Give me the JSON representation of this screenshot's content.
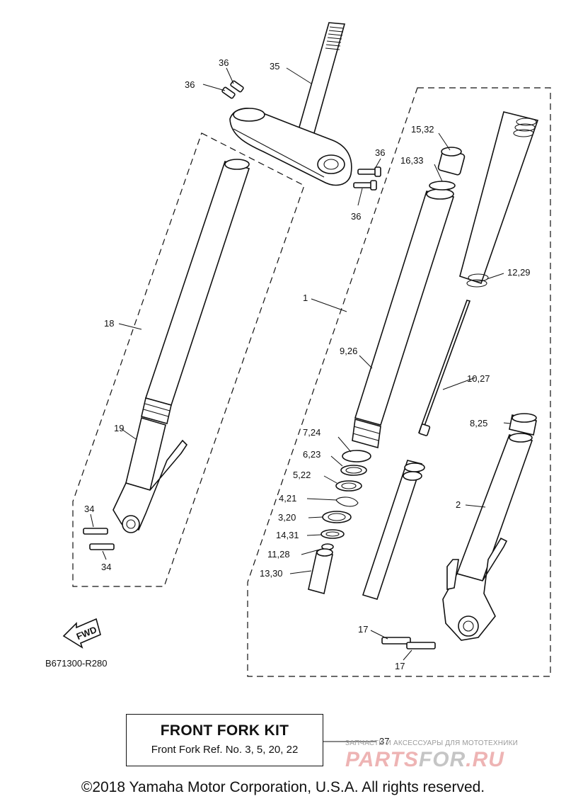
{
  "labels": {
    "p35": "35",
    "p36a": "36",
    "p36b": "36",
    "p36c": "36",
    "p36d": "36",
    "p15_32": "15,32",
    "p16_33": "16,33",
    "p12_29": "12,29",
    "p1": "1",
    "p18": "18",
    "p9_26": "9,26",
    "p10_27": "10,27",
    "p19": "19",
    "p7_24": "7,24",
    "p8_25": "8,25",
    "p6_23": "6,23",
    "p5_22": "5,22",
    "p4_21": "4,21",
    "p2": "2",
    "p34a": "34",
    "p34b": "34",
    "p3_20": "3,20",
    "p14_31": "14,31",
    "p11_28": "11,28",
    "p13_30": "13,30",
    "p17a": "17",
    "p17b": "17",
    "p37": "37"
  },
  "fwd_label": "FWD",
  "drawing_code": "B671300-R280",
  "kit": {
    "title": "FRONT FORK KIT",
    "subtitle": "Front Fork Ref. No. 3, 5, 20, 22"
  },
  "watermark": {
    "subtitle": "ЗАПЧАСТИ И АКСЕССУАРЫ ДЛЯ МОТОТЕХНИКИ",
    "logo_main": "PARTS",
    "logo_accent": "FOR",
    "logo_tail": ".RU"
  },
  "copyright": "©2018 Yamaha Motor Corporation, U.S.A. All rights reserved."
}
